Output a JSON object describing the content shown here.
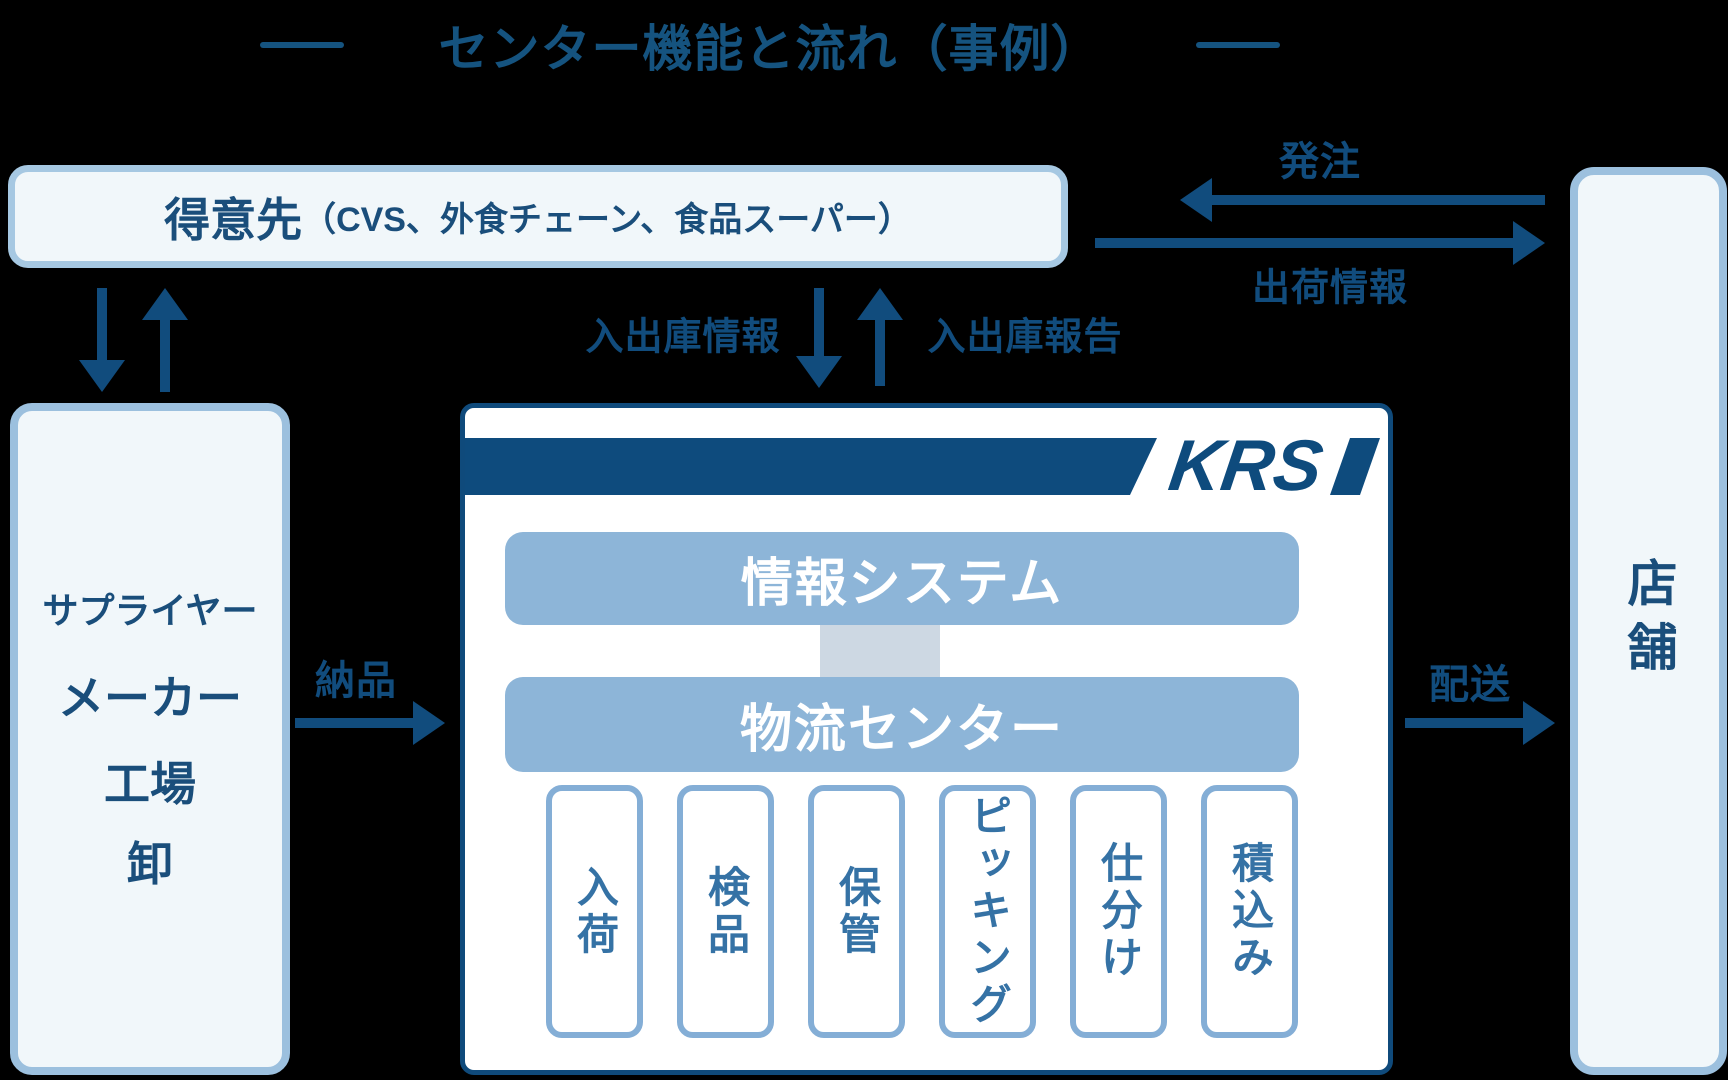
{
  "title": {
    "text": "センター機能と流れ（事例）"
  },
  "customer_box": {
    "main": "得意先",
    "sub": "（CVS、外食チェーン、食品スーパー）"
  },
  "supplier_box": {
    "lines": [
      "サプライヤー",
      "メーカー",
      "工場",
      "卸"
    ]
  },
  "store_box": {
    "label": "店舗"
  },
  "krs": {
    "logo": "KRS",
    "info_system": "情報システム",
    "logistics_center": "物流センター",
    "processes": [
      "入荷",
      "検品",
      "保管",
      "ピッキング",
      "仕分け",
      "積込み"
    ]
  },
  "flows": {
    "order": "発注",
    "shipping_info": "出荷情報",
    "inout_info": "入出庫情報",
    "inout_report": "入出庫報告",
    "delivery_in": "納品",
    "delivery_out": "配送"
  },
  "colors": {
    "background": "#000000",
    "navy": "#114C7D",
    "title": "#15537F",
    "band_blue": "#8DB5D8",
    "connector_gray": "#CDD8E3",
    "outer_box_border": "#9CC0DE",
    "panel_fill": "#F1F7FA",
    "process_border": "#84AED6",
    "process_text": "#3572A5",
    "krs_logo": "#0E4B7D"
  }
}
